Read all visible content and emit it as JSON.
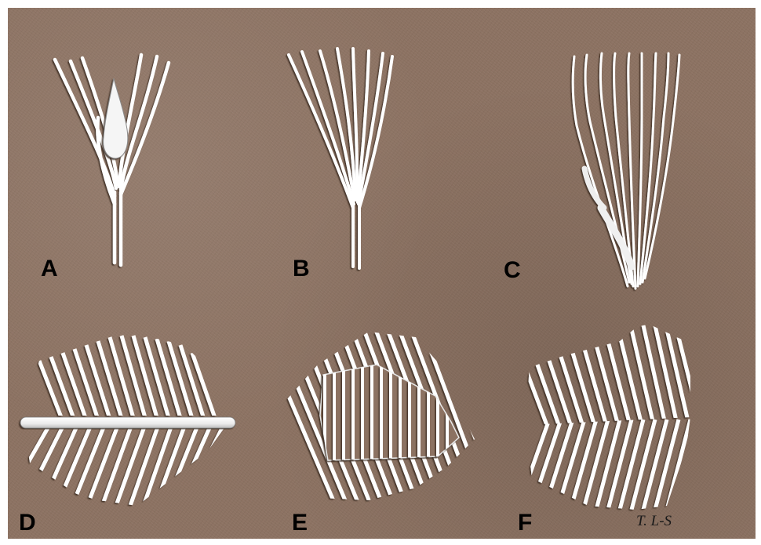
{
  "panels": [
    {
      "id": "A",
      "label": "A"
    },
    {
      "id": "B",
      "label": "B"
    },
    {
      "id": "C",
      "label": "C"
    },
    {
      "id": "D",
      "label": "D"
    },
    {
      "id": "E",
      "label": "E"
    },
    {
      "id": "F",
      "label": "F"
    }
  ],
  "signature": "T. L-S",
  "colors": {
    "background": "#8c7262",
    "illustration": "#ffffff",
    "label_text": "#000000"
  }
}
